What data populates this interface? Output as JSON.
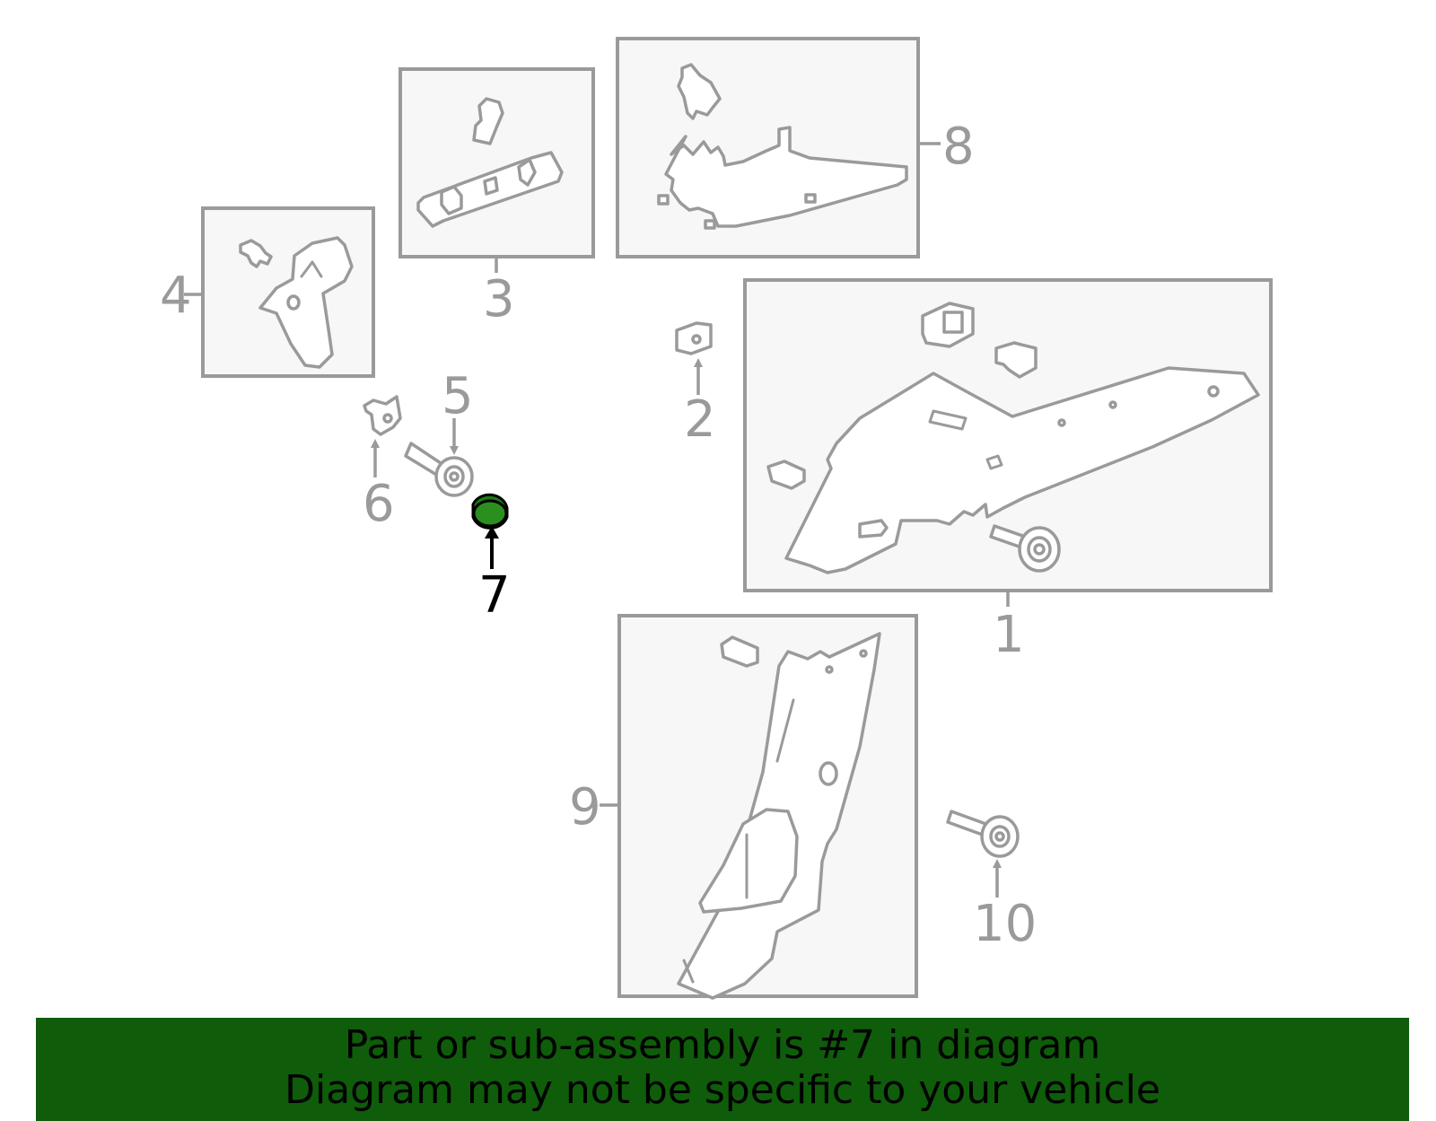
{
  "callouts": [
    {
      "id": "1",
      "label": "1"
    },
    {
      "id": "2",
      "label": "2"
    },
    {
      "id": "3",
      "label": "3"
    },
    {
      "id": "4",
      "label": "4"
    },
    {
      "id": "5",
      "label": "5"
    },
    {
      "id": "6",
      "label": "6"
    },
    {
      "id": "7",
      "label": "7"
    },
    {
      "id": "8",
      "label": "8"
    },
    {
      "id": "9",
      "label": "9"
    },
    {
      "id": "10",
      "label": "10"
    }
  ],
  "highlighted_part": "7",
  "colors": {
    "banner_background": "#0f5c0a",
    "highlight_fill": "#1e7a14",
    "line_gray": "#9a9a9a",
    "box_fill": "#f7f7f7"
  },
  "banner": {
    "line1": "Part or sub-assembly is #7 in diagram",
    "line2": "Diagram may not be specific to your vehicle"
  }
}
